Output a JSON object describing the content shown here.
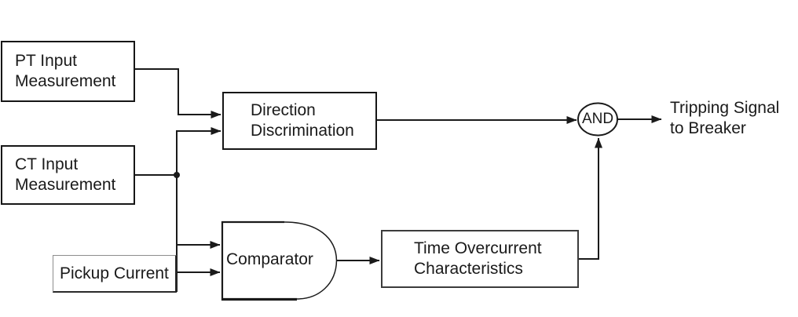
{
  "diagram": {
    "nodes": {
      "pt_input": {
        "line1": "PT Input",
        "line2": "Measurement"
      },
      "ct_input": {
        "line1": "CT Input",
        "line2": "Measurement"
      },
      "pickup": {
        "label": "Pickup Current"
      },
      "direction": {
        "line1": "Direction",
        "line2": "Discrimination"
      },
      "comparator": {
        "label": "Comparator"
      },
      "time_overcurrent": {
        "line1": "Time Overcurrent",
        "line2": "Characteristics"
      },
      "and_gate": {
        "label": "AND"
      }
    },
    "output_label": {
      "line1": "Tripping Signal",
      "line2": "to Breaker"
    },
    "colors": {
      "line": "#1a1a1a",
      "background": "#ffffff"
    }
  }
}
